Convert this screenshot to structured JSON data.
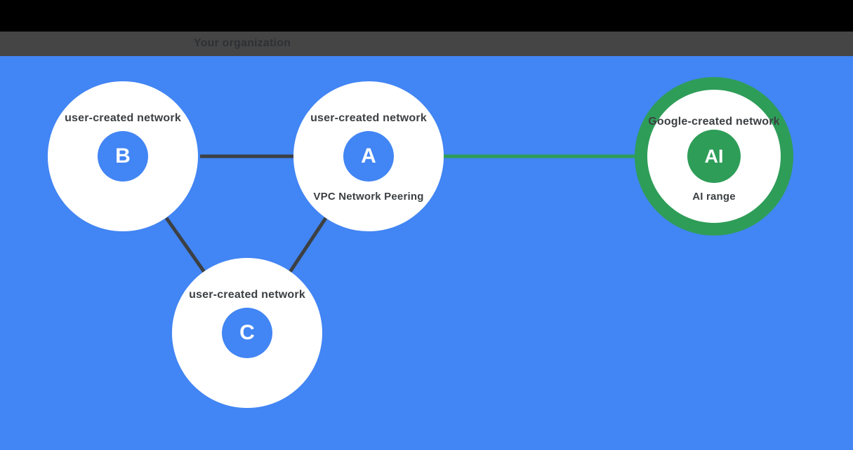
{
  "diagram": {
    "title": "Your organization",
    "networks": [
      {
        "badge": "B",
        "label": "user-created network"
      },
      {
        "badge": "A",
        "label": "user-created network",
        "sublabel": "VPC Network Peering"
      },
      {
        "badge": "C",
        "label": "user-created network"
      },
      {
        "badge": "AI",
        "label": "Google-created network",
        "sublabel": "AI range"
      }
    ],
    "connections": [
      {
        "from": "network B",
        "to": "network A",
        "style": "dark"
      },
      {
        "from": "network B",
        "to": "network C",
        "style": "dark"
      },
      {
        "from": "network A",
        "to": "network C",
        "style": "dark"
      },
      {
        "from": "network A",
        "to": "AI network",
        "style": "green"
      }
    ],
    "colors": {
      "background_blue": "#4285F4",
      "google_green": "#2E9D58",
      "dark_line": "#3C4043",
      "band_gray": "#454545",
      "top_black": "#000000",
      "circle_white": "#FFFFFF"
    }
  }
}
